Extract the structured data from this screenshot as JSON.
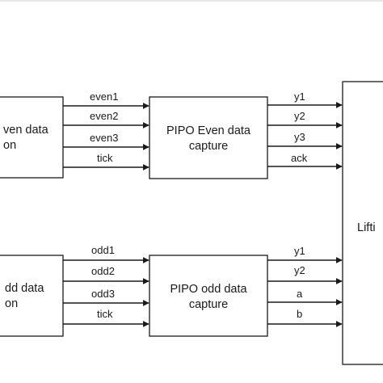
{
  "blocks": {
    "even_source": {
      "line1": "ven data",
      "line2": "on"
    },
    "even_capture": {
      "line1": "PIPO Even data",
      "line2": "capture"
    },
    "odd_source": {
      "line1": "dd data",
      "line2": "on"
    },
    "odd_capture": {
      "line1": "PIPO odd data",
      "line2": "capture"
    },
    "lifting": {
      "label": "Lifti"
    }
  },
  "signals": {
    "even_in": [
      "even1",
      "even2",
      "even3",
      "tick"
    ],
    "even_out": [
      "y1",
      "y2",
      "y3",
      "ack"
    ],
    "odd_in": [
      "odd1",
      "odd2",
      "odd3",
      "tick"
    ],
    "odd_out": [
      "y1",
      "y2",
      "a",
      "b"
    ]
  },
  "colors": {
    "stroke": "#1a1a1a",
    "text": "#1a1a1a",
    "background": "#ffffff"
  }
}
